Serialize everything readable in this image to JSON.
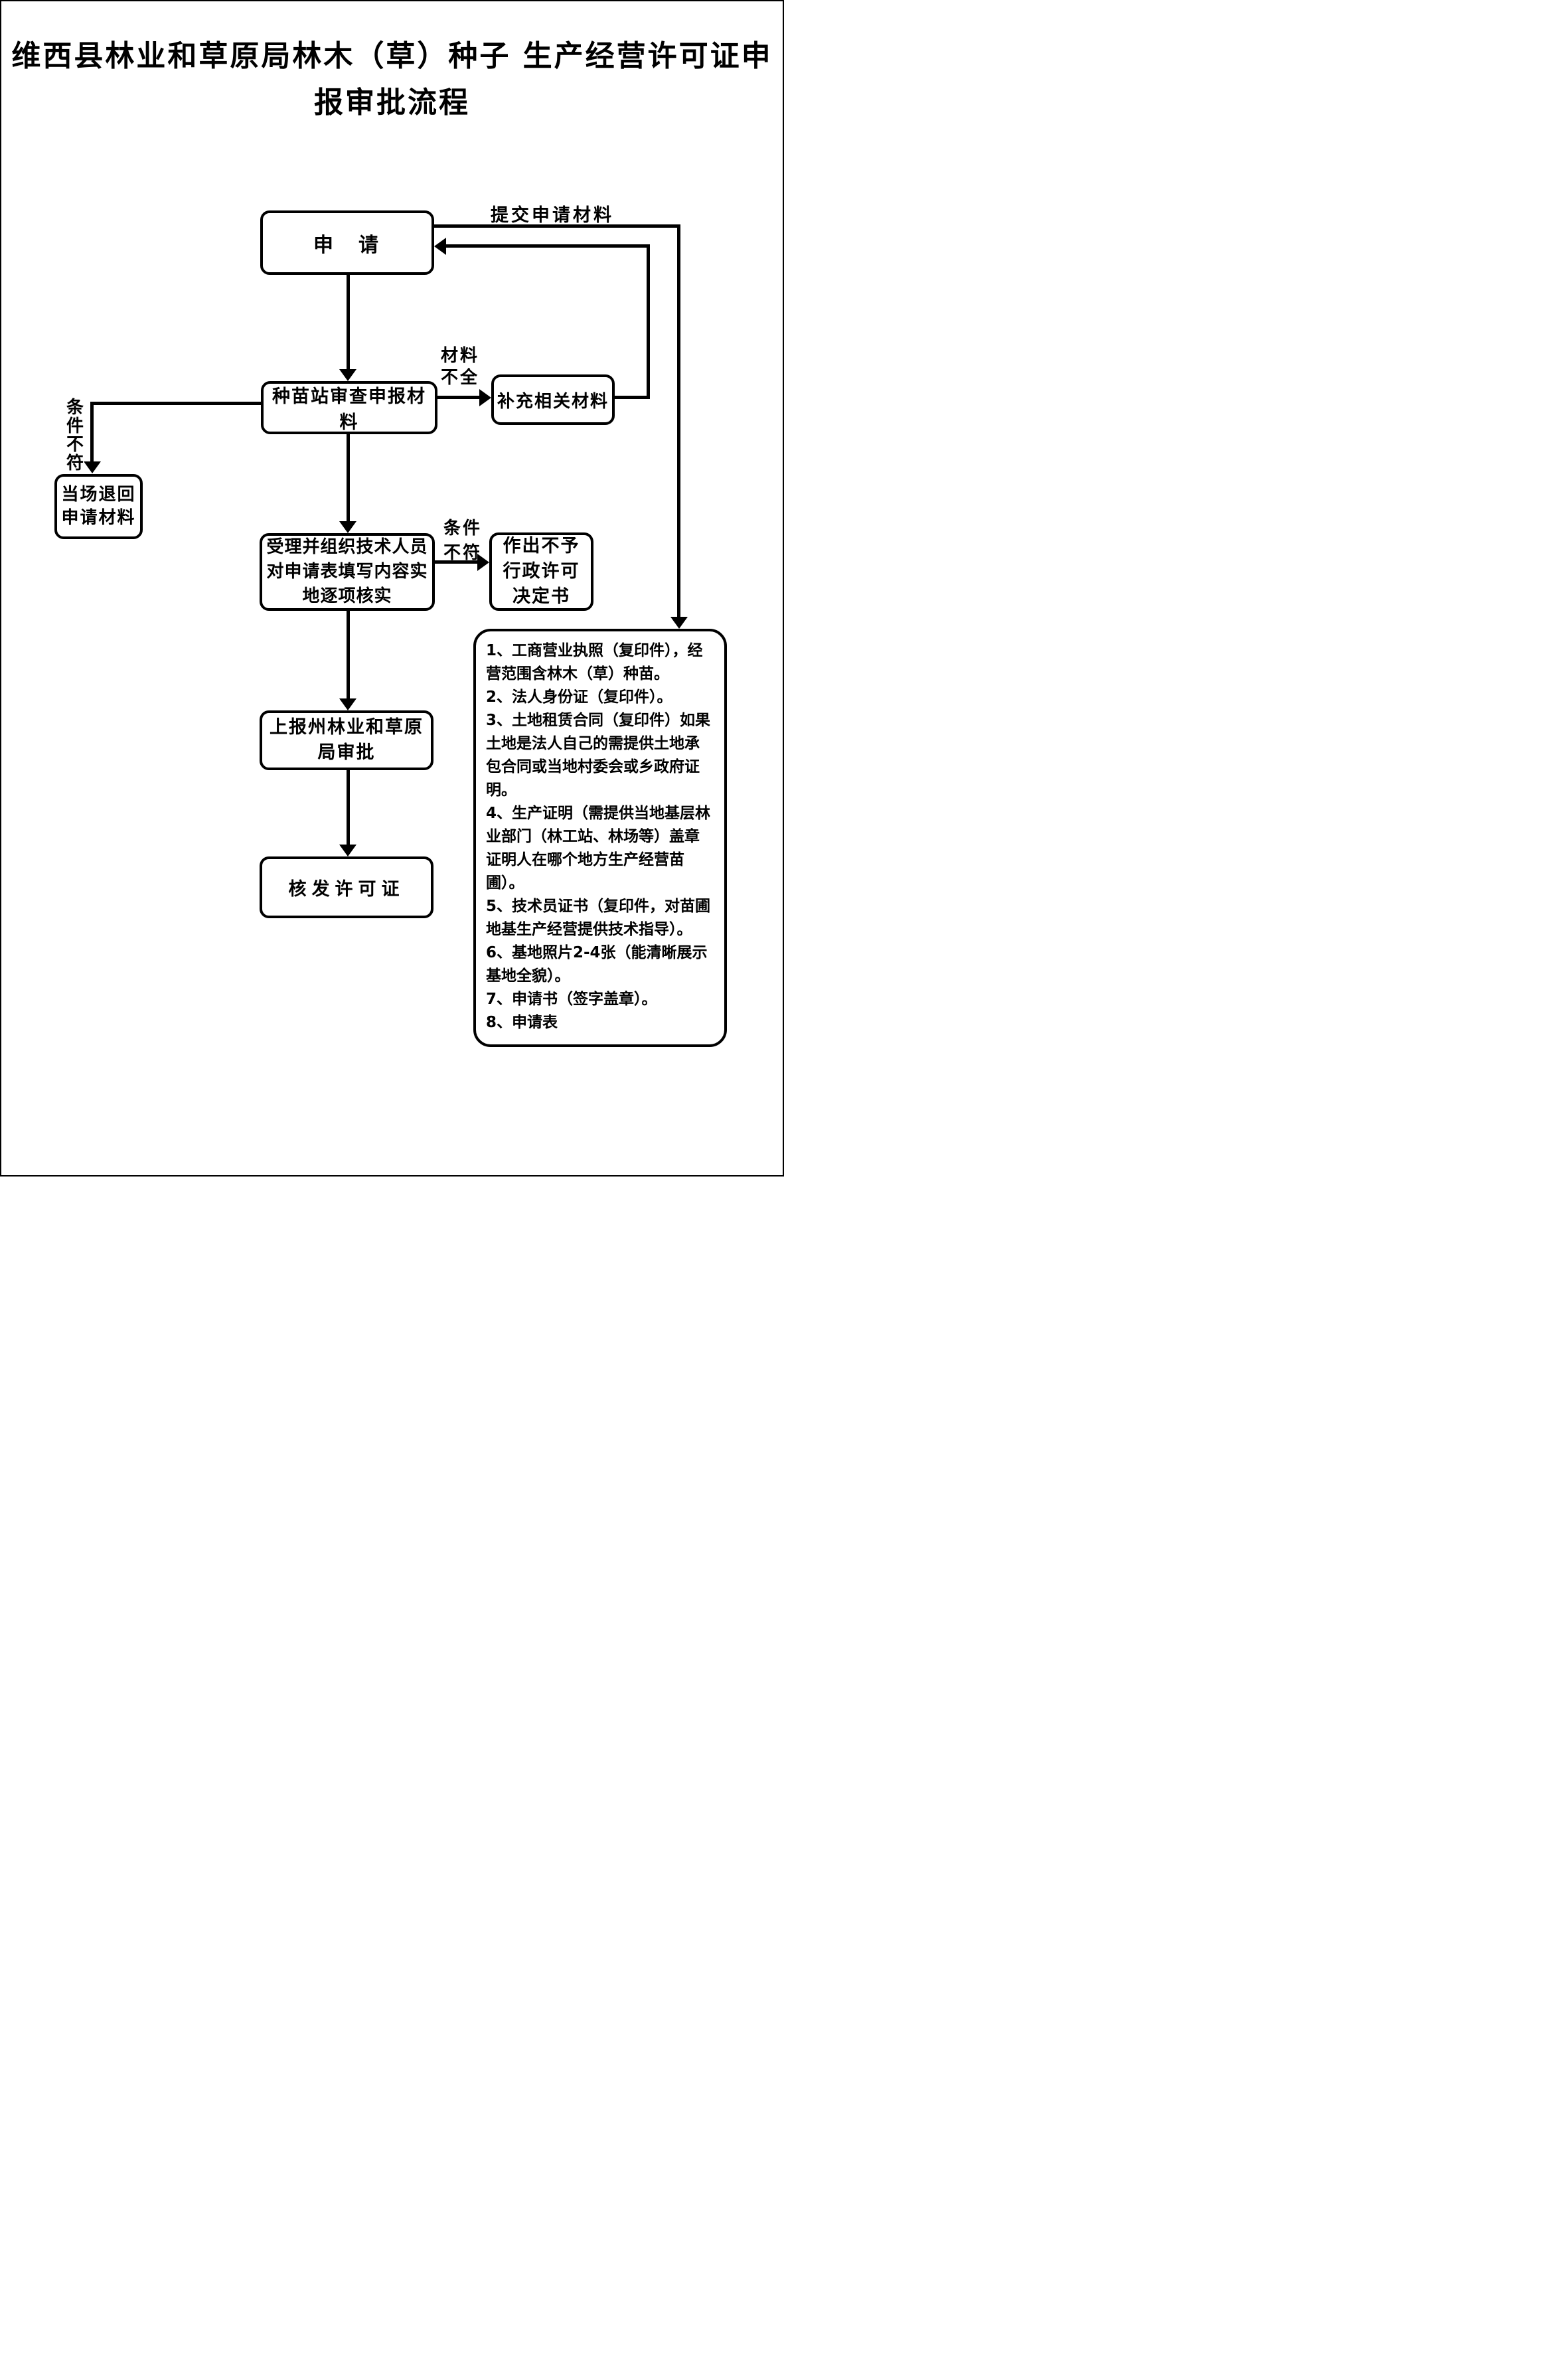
{
  "page": {
    "title_line1": "维西县林业和草原局林木（草）种子",
    "title_line2": "生产经营许可证申报审批流程"
  },
  "nodes": {
    "apply": {
      "label": "申　请"
    },
    "review": {
      "label": "种苗站审查申报材料"
    },
    "supplement": {
      "label": "补充相关材料"
    },
    "return_onsite": {
      "line1": "当场退回",
      "line2": "申请材料"
    },
    "verify": {
      "line1": "受理并组织技术人员",
      "line2": "对申请表填写内容实",
      "line3": "地逐项核实"
    },
    "deny": {
      "line1": "作出不予",
      "line2": "行政许可",
      "line3": "决定书"
    },
    "report": {
      "line1": "上报州林业和草原",
      "line2": "局审批"
    },
    "issue": {
      "label": "核发许可证"
    }
  },
  "edge_labels": {
    "submit_materials": "提交申请材料",
    "materials_incomplete_line1": "材料",
    "materials_incomplete_line2": "不全",
    "conditions_not_met_line1": "条件",
    "conditions_not_met_line2": "不符",
    "conditions_not_met_vertical": [
      "条",
      "件",
      "不",
      "符"
    ]
  },
  "materials": {
    "items": [
      "1、工商营业执照（复印件），经营范围含林木（草）种苗。",
      "2、法人身份证（复印件）。",
      "3、土地租赁合同（复印件）如果土地是法人自己的需提供土地承包合同或当地村委会或乡政府证明。",
      "4、生产证明（需提供当地基层林业部门（林工站、林场等）盖章证明人在哪个地方生产经营苗圃）。",
      "5、技术员证书（复印件，对苗圃地基生产经营提供技术指导）。",
      "6、基地照片2-4张（能清晰展示基地全貌）。",
      "7、申请书（签字盖章）。",
      "8、申请表"
    ]
  },
  "colors": {
    "ink": "#000000",
    "paper": "#ffffff"
  }
}
